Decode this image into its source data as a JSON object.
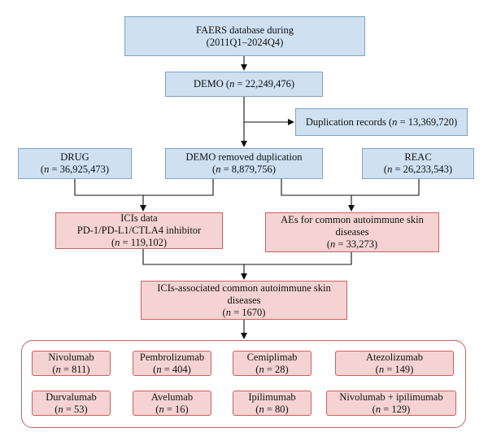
{
  "boxes": {
    "faers": {
      "line1": "FAERS database during",
      "line2": "(2011Q1–2024Q4)"
    },
    "demo": {
      "label": "DEMO",
      "n": "22,249,476"
    },
    "duplication": {
      "label": "Duplication records",
      "n": "13,369,720"
    },
    "drug": {
      "label": "DRUG",
      "n": "36,925,473"
    },
    "demo_removed": {
      "label": "DEMO removed duplication",
      "n": "8,879,756"
    },
    "reac": {
      "label": "REAC",
      "n": "26,233,543"
    },
    "icis": {
      "line1": "ICIs data",
      "line2": "PD-1/PD-L1/CTLA4 inhibitor",
      "n": "119,102"
    },
    "aes": {
      "line1": "AEs for common autoimmune skin",
      "line2": "diseases",
      "n": "33,273"
    },
    "assoc": {
      "line1": "ICIs-associated common autoimmune skin",
      "line2": "diseases",
      "n": "1670"
    }
  },
  "drugs": [
    {
      "name": "Nivolumab",
      "n": "811"
    },
    {
      "name": "Pembrolizumab",
      "n": "404"
    },
    {
      "name": "Cemiplimab",
      "n": "28"
    },
    {
      "name": "Atezolizumab",
      "n": "149"
    },
    {
      "name": "Durvalumab",
      "n": "53"
    },
    {
      "name": "Avelumab",
      "n": "16"
    },
    {
      "name": "Ipilimumab",
      "n": "80"
    },
    {
      "name": "Nivolumab + ipilimumab",
      "n": "129"
    }
  ],
  "n_symbol": "n",
  "equals": " = "
}
